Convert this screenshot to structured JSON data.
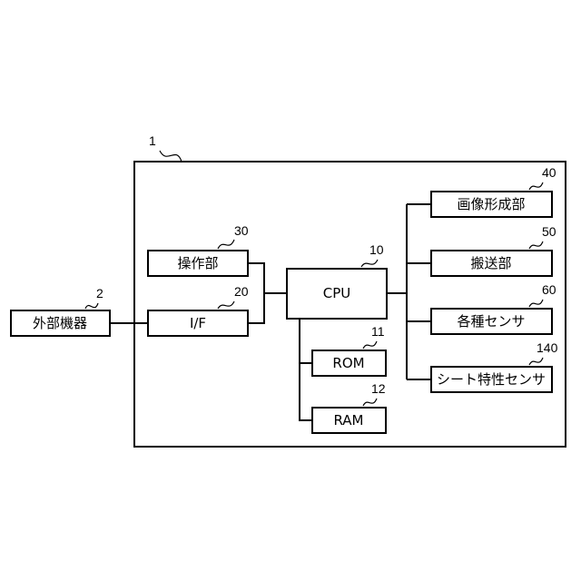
{
  "system": {
    "ref": "1"
  },
  "external_device": {
    "label": "外部機器",
    "ref": "2"
  },
  "operation_unit": {
    "label": "操作部",
    "ref": "30"
  },
  "interface": {
    "label": "I/F",
    "ref": "20"
  },
  "cpu": {
    "label": "CPU",
    "ref": "10"
  },
  "rom": {
    "label": "ROM",
    "ref": "11"
  },
  "ram": {
    "label": "RAM",
    "ref": "12"
  },
  "image_forming_unit": {
    "label": "画像形成部",
    "ref": "40"
  },
  "conveyance_unit": {
    "label": "搬送部",
    "ref": "50"
  },
  "various_sensors": {
    "label": "各種センサ",
    "ref": "60"
  },
  "sheet_sensor": {
    "label": "シート特性センサ",
    "ref": "140"
  }
}
